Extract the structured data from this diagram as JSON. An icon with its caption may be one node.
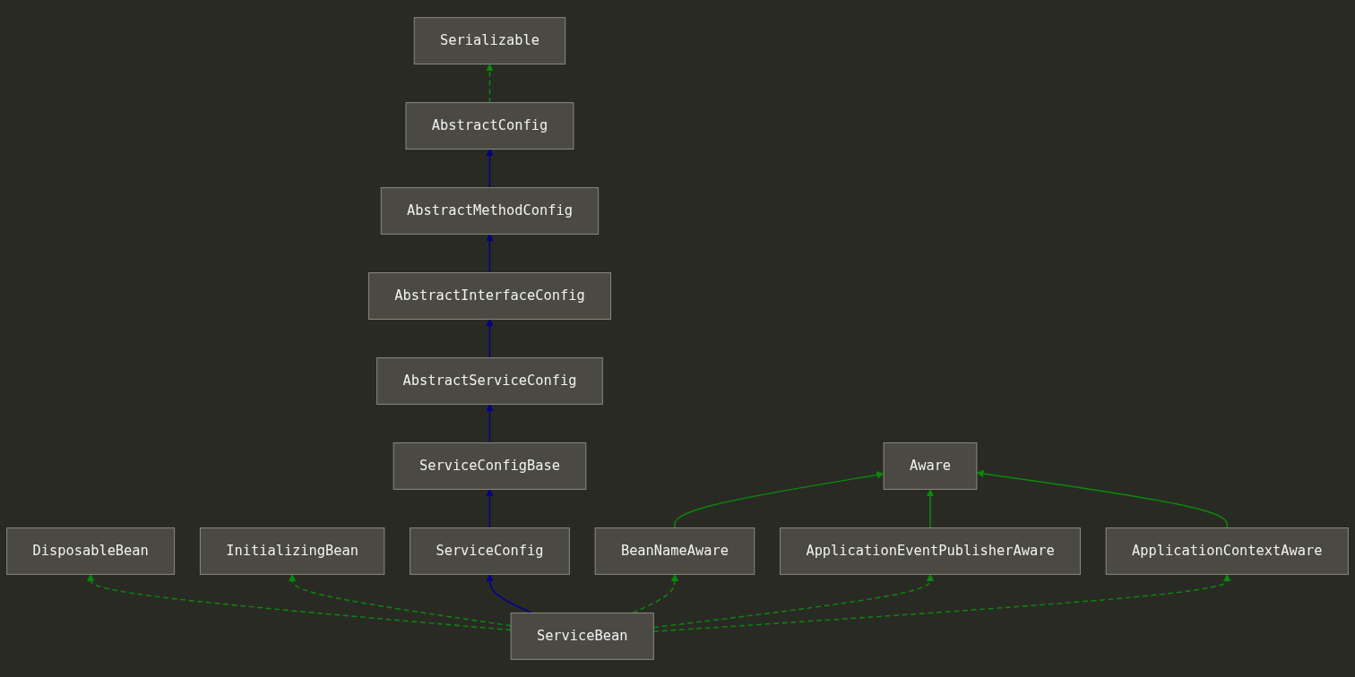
{
  "diagram": {
    "nodes": [
      {
        "text": [
          "Serializable"
        ]
      },
      {
        "text": [
          "AbstractConfig"
        ]
      },
      {
        "text": [
          "AbstractMethodConfig"
        ]
      },
      {
        "text": [
          "AbstractInterfaceConfig"
        ]
      },
      {
        "text": [
          "AbstractServiceConfig"
        ]
      },
      {
        "text": [
          "ServiceConfigBase"
        ]
      },
      {
        "text": [
          "Aware"
        ]
      },
      {
        "text": [
          "DisposableBean"
        ]
      },
      {
        "text": [
          "InitializingBean"
        ]
      },
      {
        "text": [
          "ServiceConfig"
        ]
      },
      {
        "text": [
          "BeanNameAware"
        ]
      },
      {
        "text": [
          "ApplicationEventPublisherAware"
        ]
      },
      {
        "text": [
          "ApplicationContextAware"
        ]
      },
      {
        "text": [
          "ServiceBean"
        ]
      }
    ],
    "edges": [
      {
        "from": 1,
        "to": 0,
        "arrow": "to",
        "style": "dashed"
      },
      {
        "from": 2,
        "to": 1,
        "arrow": "to",
        "color": "#00008b"
      },
      {
        "from": 3,
        "to": 2,
        "arrow": "to",
        "color": "#00008b"
      },
      {
        "from": 4,
        "to": 3,
        "arrow": "to",
        "color": "#00008b"
      },
      {
        "from": 5,
        "to": 4,
        "arrow": "to",
        "color": "#00008b"
      },
      {
        "from": 9,
        "to": 5,
        "arrow": "to",
        "color": "#00008b"
      },
      {
        "from": 10,
        "to": 6,
        "arrow": "to"
      },
      {
        "from": 11,
        "to": 6,
        "arrow": "to"
      },
      {
        "from": 12,
        "to": 6,
        "arrow": "to"
      },
      {
        "from": 13,
        "to": 7,
        "arrow": "to",
        "style": "dashed"
      },
      {
        "from": 13,
        "to": 8,
        "arrow": "to",
        "style": "dashed"
      },
      {
        "from": 13,
        "to": 9,
        "arrow": "to",
        "color": "#00008b"
      },
      {
        "from": 13,
        "to": 10,
        "arrow": "to",
        "style": "dashed"
      },
      {
        "from": 13,
        "to": 11,
        "arrow": "to",
        "style": "dashed"
      },
      {
        "from": 13,
        "to": 12,
        "arrow": "to",
        "style": "dashed"
      }
    ]
  }
}
